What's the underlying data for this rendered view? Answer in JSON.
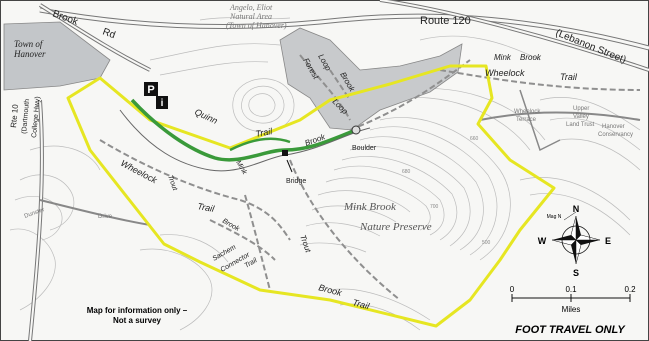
{
  "labels": {
    "brook_rd_1": "Brook",
    "brook_rd_2": "Rd",
    "town_of_hanover_1": "Town of",
    "town_of_hanover_2": "Hanover",
    "natural_area_1": "Angelo, Eliot",
    "natural_area_2": "Natural Area",
    "natural_area_3": "(Town of Hanover)",
    "route_120": "Route 120",
    "lebanon_street": "(Lebanon Street)",
    "mink_brook_top_1": "Mink",
    "mink_brook_top_2": "Brook",
    "wheelock_top": "Wheelock",
    "trail_top": "Trail",
    "forest": "Forest",
    "loop": "Loop",
    "brook_v": "Brook",
    "loop_2": "Loop",
    "upper_valley_1": "Upper",
    "upper_valley_2": "Valley",
    "upper_valley_3": "Land Trust",
    "wheelock_terrace_1": "Wheelock",
    "wheelock_terrace_2": "Terrace",
    "hanover_conservancy_1": "Hanover",
    "hanover_conservancy_2": "Conservancy",
    "rte10_1": "Rte 10",
    "rte10_2": "(Dartmouth",
    "rte10_3": "College Hwy)",
    "quinn": "Quinn",
    "trail_mid": "Trail",
    "brook_mid": "Brook",
    "bridge": "Bridge",
    "boulder": "Boulder",
    "mink_mid": "Mink",
    "wheelock_left": "Wheelock",
    "trout_1": "Trout",
    "trail_left": "Trail",
    "brook_left": "Brook",
    "dunster": "Dunster",
    "drive": "Drive",
    "sachem_1": "Sachem",
    "sachem_2": "Connector",
    "sachem_3": "Trail",
    "trout_2": "Trout",
    "brook_trail_1": "Brook",
    "brook_trail_2": "Trail",
    "preserve_1": "Mink Brook",
    "preserve_2": "Nature Preserve",
    "contour_660": "660",
    "contour_680": "680",
    "contour_700": "700",
    "contour_500": "500",
    "mag_n": "Mag N",
    "disclaimer_1": "Map for information only –",
    "disclaimer_2": "Not a survey",
    "foot_travel": "FOOT TRAVEL ONLY"
  },
  "markers": {
    "parking": "P",
    "info": "i"
  },
  "compass": {
    "n": "N",
    "s": "S",
    "e": "E",
    "w": "W"
  },
  "scale": {
    "ticks": [
      "0",
      "0.1",
      "0.2"
    ],
    "unit": "Miles",
    "values": [
      0,
      0.1,
      0.2
    ]
  },
  "colors": {
    "boundary": "#e6e622",
    "trail_green": "#3a9a3a",
    "protected_area": "#c8cacc",
    "town_area": "#c3c6c9",
    "road": "#8a8a8a",
    "contour": "#b8b8b8",
    "trail_dash": "#9a9a9a"
  }
}
